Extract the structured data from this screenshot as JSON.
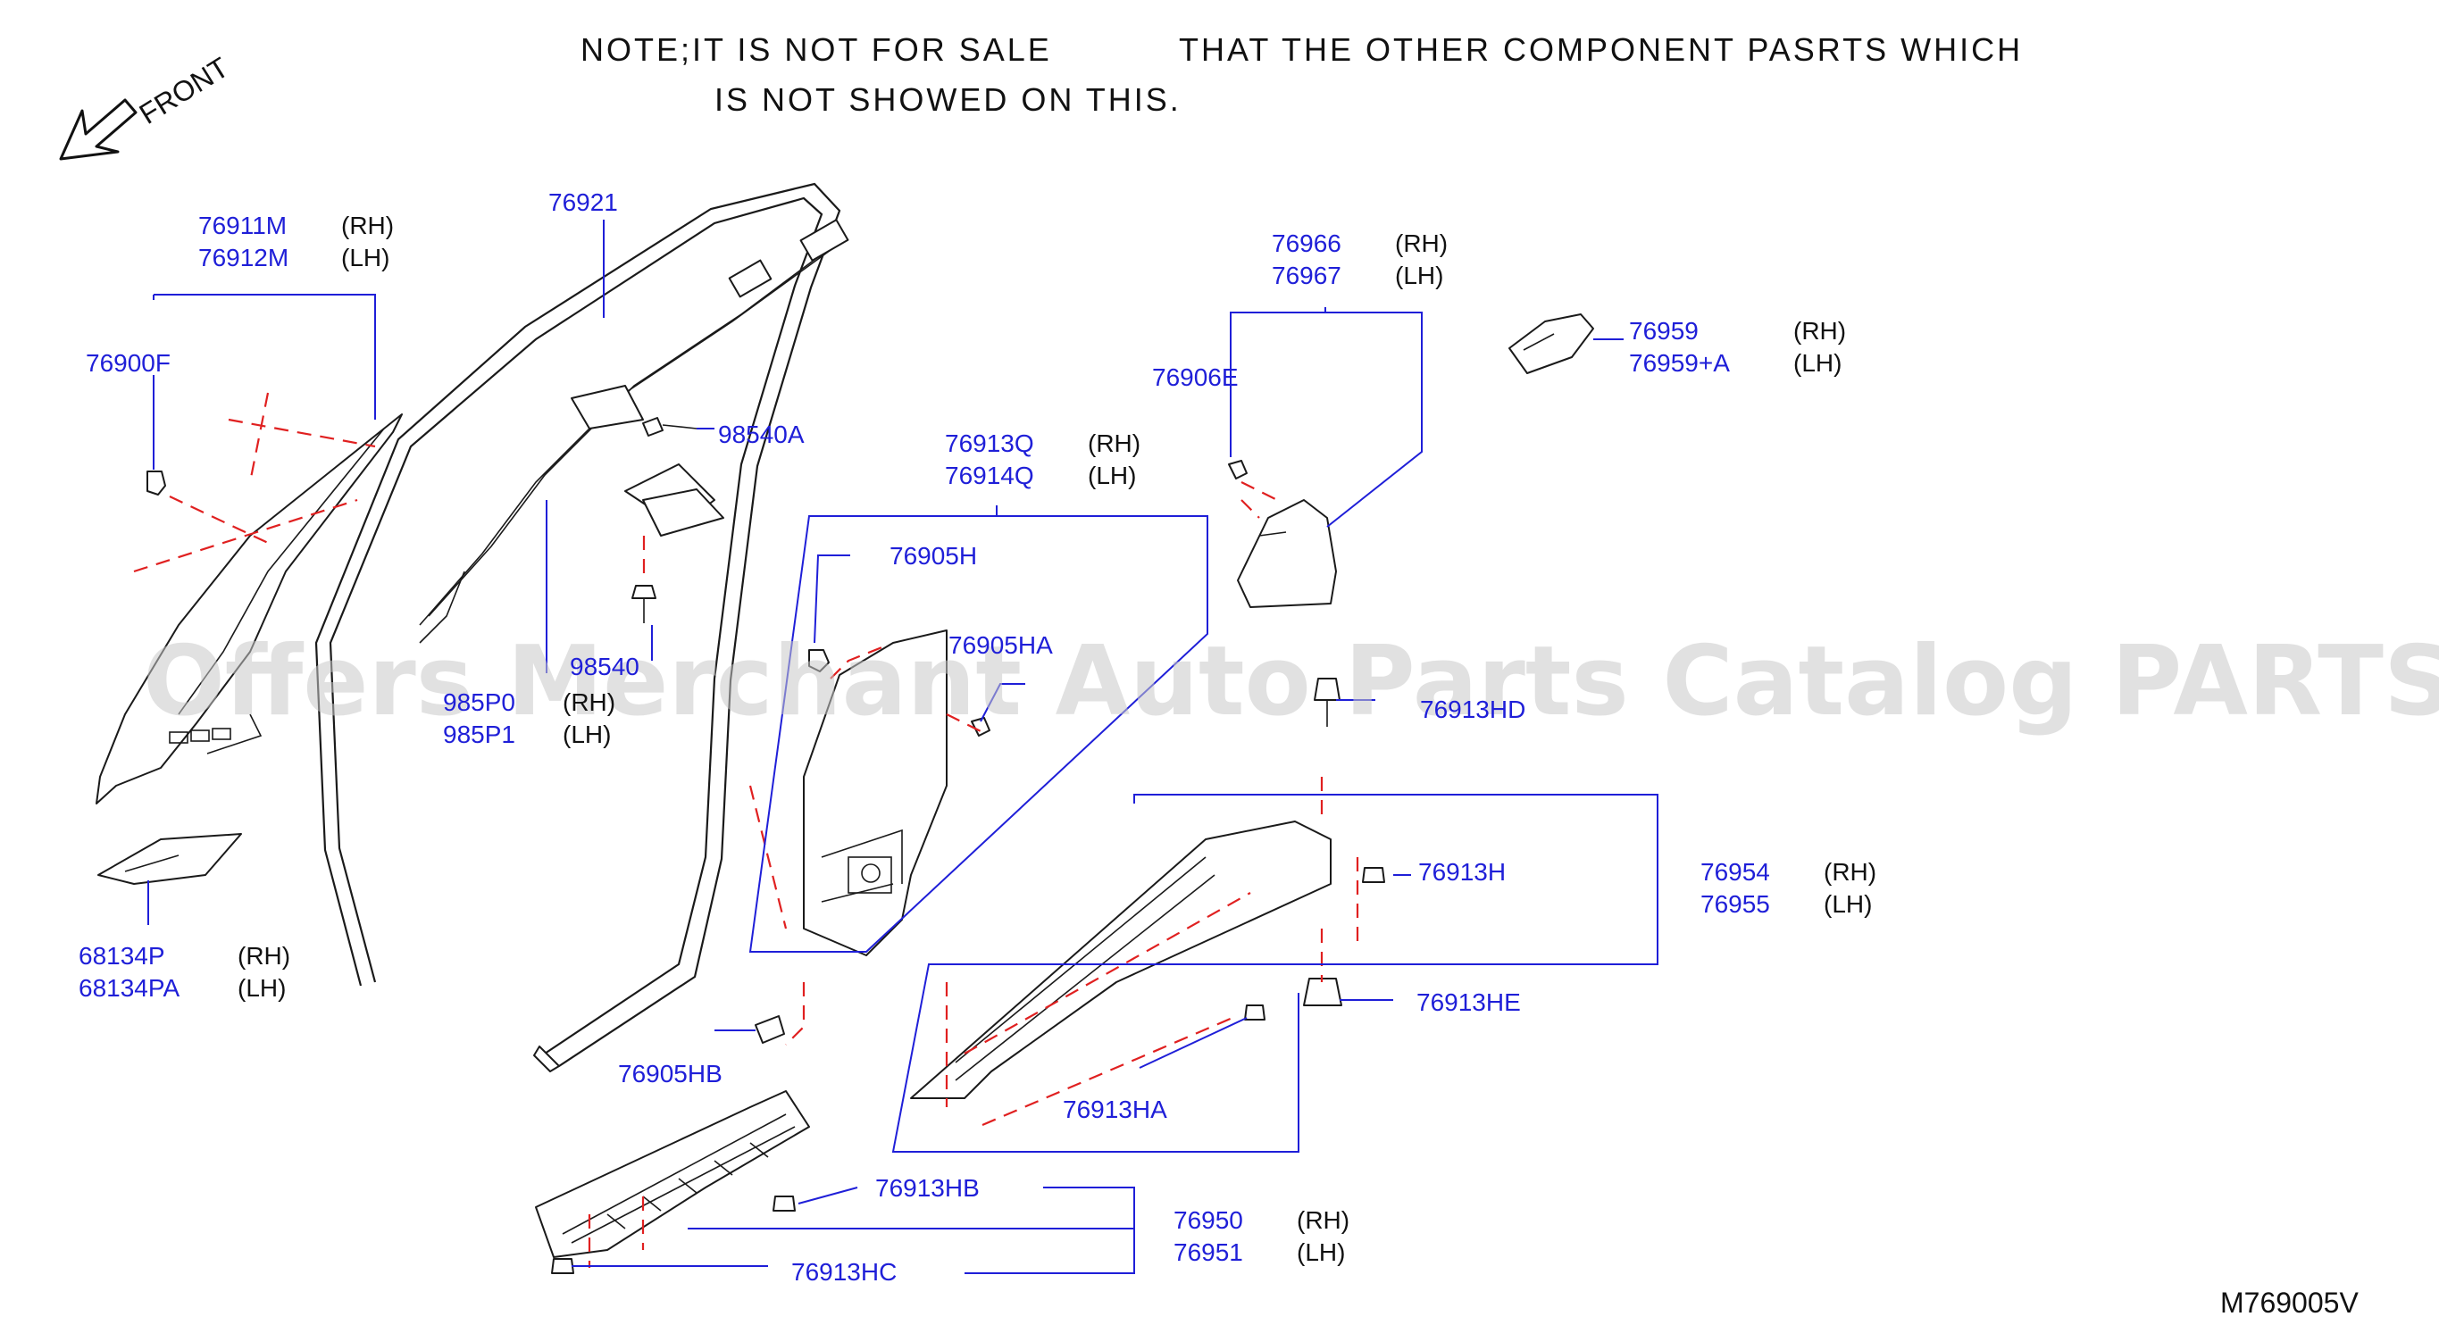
{
  "note": {
    "line1_left": "NOTE;IT  IS  NOT  FOR  SALE",
    "line1_right": "THAT  THE  OTHER  COMPONENT  PASRTS  WHICH",
    "line2": "IS  NOT  SHOWED  ON  THIS."
  },
  "front_label": "FRONT",
  "watermark": "Offers Merchant Auto Parts Catalog PARTSTORE.SA",
  "diagram_ref": "M769005V",
  "side_rh": "(RH)",
  "side_lh": "(LH)",
  "parts": {
    "p76911m": "76911M",
    "p76912m": "76912M",
    "p76900f": "76900F",
    "p68134p": "68134P",
    "p68134pa": "68134PA",
    "p76921": "76921",
    "p98540a": "98540A",
    "p98540_partial": "98540",
    "p985p0_partial": "985P0",
    "p985p1": "985P1",
    "p76913q": "76913Q",
    "p76914q": "76914Q",
    "p76905h": "76905H",
    "p76905ha": "76905HA",
    "p76905hb": "76905HB",
    "p76966": "76966",
    "p76967": "76967",
    "p76906e": "76906E",
    "p76959": "76959",
    "p76959a": "76959+A",
    "p76913hd_partial": "76913HD",
    "p76913h": "76913H",
    "p76954": "76954",
    "p76955": "76955",
    "p76913he": "76913HE",
    "p76913ha": "76913HA",
    "p76913hb": "76913HB",
    "p76950": "76950",
    "p76951": "76951",
    "p76913hc": "76913HC"
  }
}
